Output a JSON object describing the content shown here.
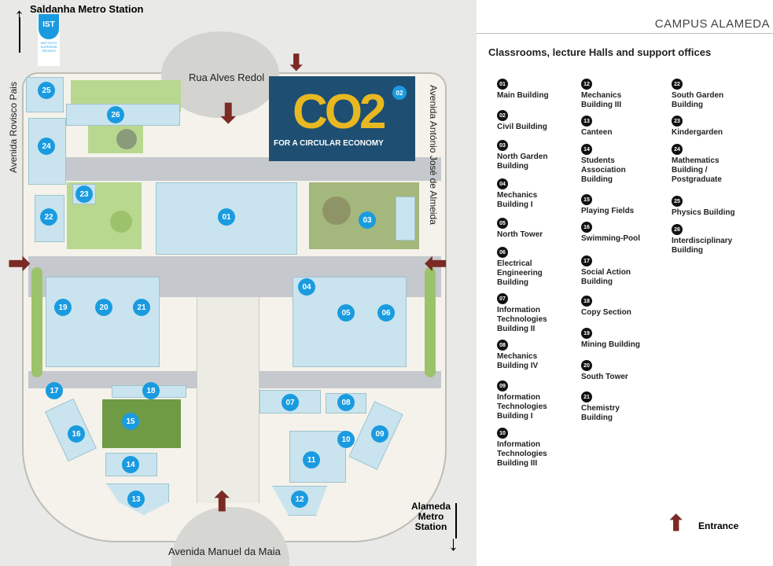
{
  "header": {
    "title": "CAMPUS ALAMEDA"
  },
  "legend": {
    "heading": "Classrooms, lecture Halls and support offices",
    "items": [
      {
        "num": "01",
        "label": "Main Building"
      },
      {
        "num": "02",
        "label": "Civil Building"
      },
      {
        "num": "03",
        "label": "North Garden Building"
      },
      {
        "num": "04",
        "label": "Mechanics Building I"
      },
      {
        "num": "05",
        "label": "North Tower"
      },
      {
        "num": "06",
        "label": "Electrical Engineering Building"
      },
      {
        "num": "07",
        "label": "Information Technologies Building II"
      },
      {
        "num": "08",
        "label": "Mechanics Building IV"
      },
      {
        "num": "09",
        "label": "Information Technologies Building I"
      },
      {
        "num": "10",
        "label": "Information Technologies Building III"
      },
      {
        "num": "12",
        "label": "Mechanics Building III"
      },
      {
        "num": "13",
        "label": "Canteen"
      },
      {
        "num": "14",
        "label": "Students Association Building"
      },
      {
        "num": "15",
        "label": "Playing Fields"
      },
      {
        "num": "16",
        "label": "Swimming-Pool"
      },
      {
        "num": "17",
        "label": "Social Action Building"
      },
      {
        "num": "18",
        "label": "Copy Section"
      },
      {
        "num": "19",
        "label": "Mining Building"
      },
      {
        "num": "20",
        "label": "South Tower"
      },
      {
        "num": "21",
        "label": "Chemistry Building"
      },
      {
        "num": "22",
        "label": "South Garden Building"
      },
      {
        "num": "23",
        "label": "Kindergarden"
      },
      {
        "num": "24",
        "label": "Mathematics Building / Postgraduate"
      },
      {
        "num": "25",
        "label": "Physics Building"
      },
      {
        "num": "26",
        "label": "Interdisciplinary Building"
      }
    ],
    "entrance_label": "Entrance"
  },
  "map": {
    "markers": [
      "01",
      "02",
      "03",
      "04",
      "05",
      "06",
      "07",
      "08",
      "09",
      "10",
      "11",
      "12",
      "13",
      "14",
      "15",
      "16",
      "17",
      "18",
      "19",
      "20",
      "21",
      "22",
      "23",
      "24",
      "25",
      "26"
    ],
    "streets": {
      "north": "Rua Alves Redol",
      "south": "Avenida Manuel da Maia",
      "west": "Avenida Rovisco Pais",
      "east": "Avenida António José de Almeida"
    },
    "stations": {
      "north": "Saldanha Metro Station",
      "south": "Alameda Metro Station"
    },
    "logo": "IST INSTITUTO SUPERIOR TÉCNICO",
    "banner": {
      "title": "CO2",
      "subtitle": "FOR A CIRCULAR ECONOMY"
    }
  },
  "colors": {
    "marker": "#1a9be0",
    "arrow": "#7b2a24",
    "building": "#c9e4ee",
    "green": "#b8d88f",
    "banner": "#1e4f72",
    "banner_accent": "#e8b822"
  }
}
